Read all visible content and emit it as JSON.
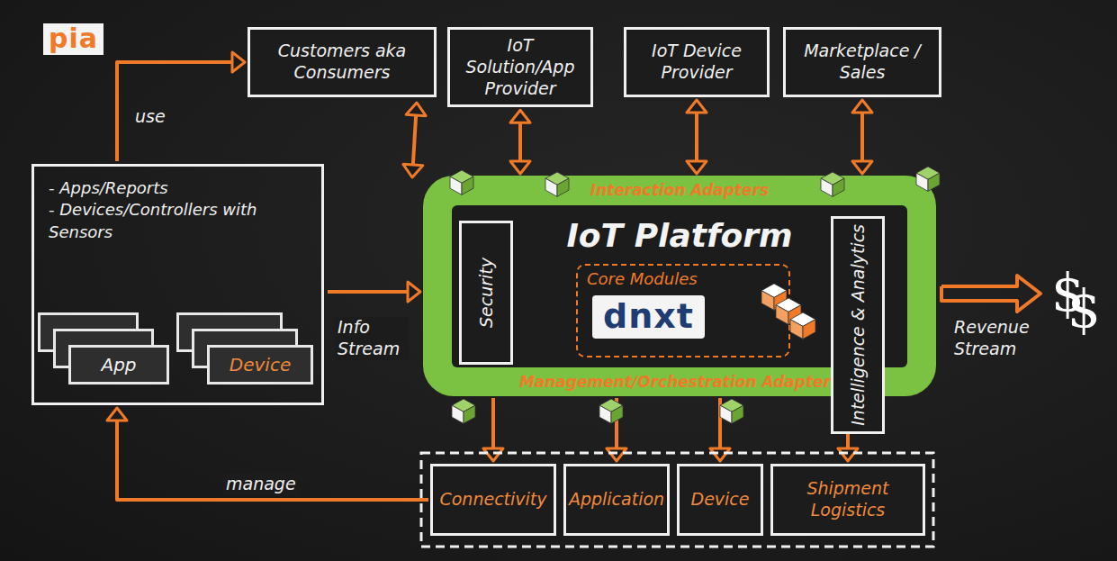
{
  "diagram": {
    "nodes": [
      {
        "text": [
          "Customers aka Consumers"
        ]
      },
      {
        "text": [
          "IoT Solution/App Provider"
        ]
      },
      {
        "text": [
          "IoT Device Provider"
        ]
      },
      {
        "text": [
          "Marketplace / Sales"
        ]
      },
      {
        "text": [
          "- Apps/Reports",
          "- Devices/Controllers with Sensors"
        ]
      },
      {
        "text": [
          "App"
        ],
        "in": 4
      },
      {
        "text": [
          "Device"
        ],
        "in": 4
      },
      {
        "text": [
          "Interaction Adapters",
          "IoT Platform",
          "Management/Orchestration Adapters"
        ]
      },
      {
        "text": [
          "Security"
        ],
        "in": 7
      },
      {
        "text": [
          "Core Modules",
          "dnxt"
        ],
        "in": 7
      },
      {
        "text": [
          "Intelligence & Analytics"
        ],
        "in": 7
      },
      {
        "text": [
          "Connectivity"
        ]
      },
      {
        "text": [
          "Application"
        ]
      },
      {
        "text": [
          "Device"
        ]
      },
      {
        "text": [
          "Shipment Logistics"
        ]
      }
    ],
    "edges": [
      {
        "from": 0,
        "to": 7,
        "arrow": "both"
      },
      {
        "from": 1,
        "to": 7,
        "arrow": "both"
      },
      {
        "from": 2,
        "to": 7,
        "arrow": "both"
      },
      {
        "from": 3,
        "to": 7,
        "arrow": "both"
      },
      {
        "from": 4,
        "to": 0,
        "label": "use",
        "arrow": "to"
      },
      {
        "from": 4,
        "to": 7,
        "label": "Info Stream",
        "arrow": "to"
      },
      {
        "from": 11,
        "to": 4,
        "label": "manage",
        "arrow": "to"
      },
      {
        "from": 7,
        "to": 11,
        "arrow": "to"
      },
      {
        "from": 7,
        "to": 12,
        "arrow": "to"
      },
      {
        "from": 7,
        "to": 13,
        "arrow": "to"
      },
      {
        "from": 7,
        "to": 14,
        "arrow": "to"
      }
    ],
    "labels": [
      "pia",
      "Revenue Stream",
      "$",
      "$"
    ]
  }
}
